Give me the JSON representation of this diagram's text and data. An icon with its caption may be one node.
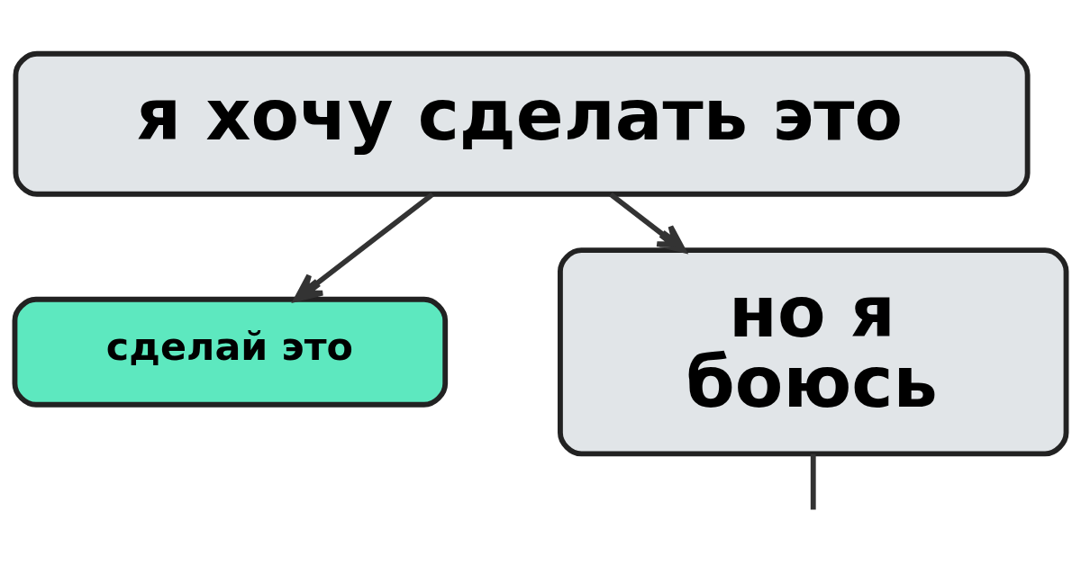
{
  "diagram": {
    "nodes": [
      {
        "text": [
          "я хочу сделать это"
        ]
      },
      {
        "text": [
          "сделай это"
        ]
      },
      {
        "text": [
          "но я боюсь"
        ]
      }
    ],
    "edges": [
      {
        "from": 0,
        "to": 1,
        "arrow": "to"
      },
      {
        "from": 0,
        "to": 2,
        "arrow": "to"
      },
      {
        "from": 2,
        "to": null,
        "arrow": "none"
      }
    ]
  }
}
